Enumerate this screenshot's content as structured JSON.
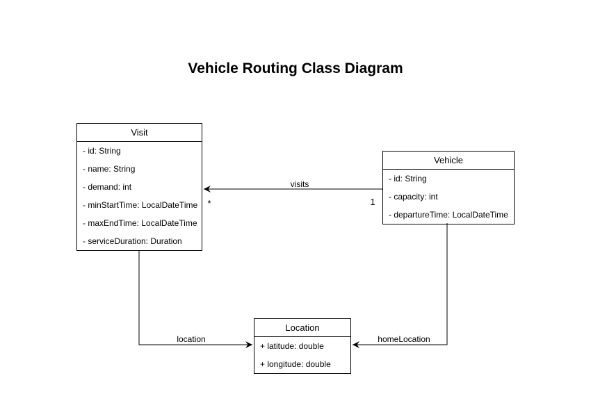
{
  "title": "Vehicle Routing Class Diagram",
  "colors": {
    "background": "#ffffff",
    "stroke": "#000000",
    "text": "#000000"
  },
  "classes": [
    {
      "name": "Visit",
      "attributes": [
        "- id: String",
        "- name: String",
        "- demand: int",
        "- minStartTime: LocalDateTime",
        "- maxEndTime: LocalDateTime",
        "- serviceDuration: Duration"
      ]
    },
    {
      "name": "Vehicle",
      "attributes": [
        "- id: String",
        "- capacity: int",
        "- departureTime: LocalDateTime"
      ]
    },
    {
      "name": "Location",
      "attributes": [
        "+ latitude: double",
        "+ longitude: double"
      ]
    }
  ],
  "edges": [
    {
      "label": "visits",
      "from": "Vehicle",
      "to": "Visit",
      "from_multiplicity": "1",
      "to_multiplicity": "*"
    },
    {
      "label": "location",
      "from": "Visit",
      "to": "Location"
    },
    {
      "label": "homeLocation",
      "from": "Vehicle",
      "to": "Location"
    }
  ]
}
